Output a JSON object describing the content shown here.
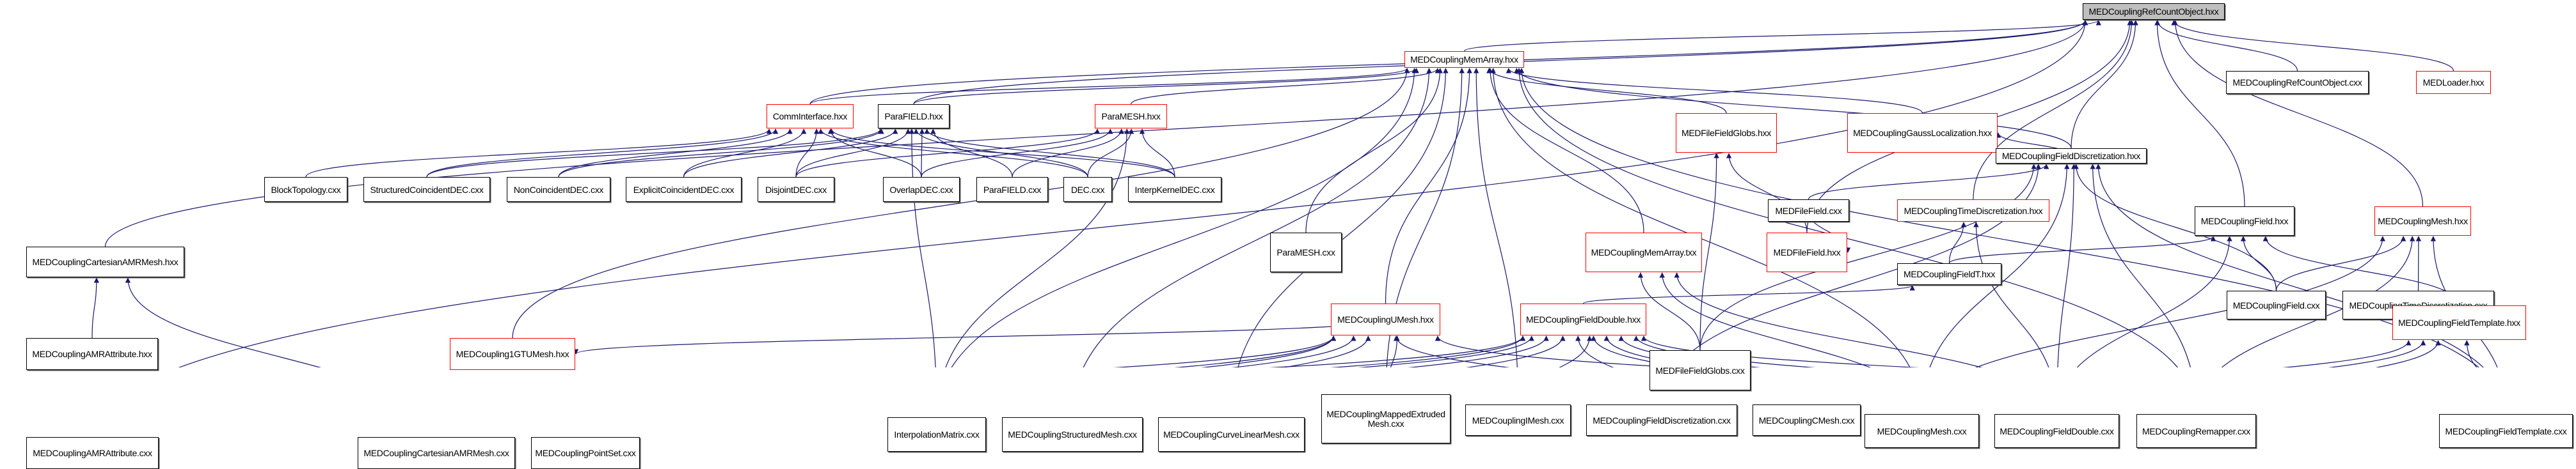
{
  "title": "MEDCouplingRefCountObject.hxx include dependency graph",
  "colors": {
    "edge": "#191970",
    "red_border": "#ff0000",
    "root_fill": "#bfbfbf"
  },
  "nodes": [
    {
      "id": "root",
      "label": "MEDCouplingRefCountObject.hxx",
      "style": "root"
    },
    {
      "id": "refcxx",
      "label": "MEDCouplingRefCountObject.cxx",
      "style": "black"
    },
    {
      "id": "medloader",
      "label": "MEDLoader.hxx",
      "style": "red"
    },
    {
      "id": "memarray",
      "label": "MEDCouplingMemArray.hxx",
      "style": "red"
    },
    {
      "id": "comm",
      "label": "CommInterface.hxx",
      "style": "red"
    },
    {
      "id": "parafieldh",
      "label": "ParaFIELD.hxx",
      "style": "black"
    },
    {
      "id": "parameshh",
      "label": "ParaMESH.hxx",
      "style": "red"
    },
    {
      "id": "filefieldglobsh",
      "label": "MEDFileFieldGlobs.hxx",
      "style": "red"
    },
    {
      "id": "gauss",
      "label": "MEDCouplingGaussLocalization.hxx",
      "style": "red"
    },
    {
      "id": "blocktopo",
      "label": "BlockTopology.cxx",
      "style": "black"
    },
    {
      "id": "structdec",
      "label": "StructuredCoincidentDEC.cxx",
      "style": "black"
    },
    {
      "id": "noncoin",
      "label": "NonCoincidentDEC.cxx",
      "style": "black"
    },
    {
      "id": "explicit",
      "label": "ExplicitCoincidentDEC.cxx",
      "style": "black"
    },
    {
      "id": "disjoint",
      "label": "DisjointDEC.cxx",
      "style": "black"
    },
    {
      "id": "overlap",
      "label": "OverlapDEC.cxx",
      "style": "black"
    },
    {
      "id": "parafieldcxx",
      "label": "ParaFIELD.cxx",
      "style": "black"
    },
    {
      "id": "dec",
      "label": "DEC.cxx",
      "style": "black"
    },
    {
      "id": "interpk",
      "label": "InterpKernelDEC.cxx",
      "style": "black"
    },
    {
      "id": "parameshcxx",
      "label": "ParaMESH.cxx",
      "style": "black"
    },
    {
      "id": "memarraytxx",
      "label": "MEDCouplingMemArray.txx",
      "style": "red"
    },
    {
      "id": "filefieldh",
      "label": "MEDFileField.hxx",
      "style": "red"
    },
    {
      "id": "fielddiscrh",
      "label": "MEDCouplingFieldDiscretization.hxx",
      "style": "black"
    },
    {
      "id": "filefieldglobscxx",
      "label": "MEDFileFieldGlobs.cxx",
      "style": "black"
    },
    {
      "id": "filefieldcxx",
      "label": "MEDFileField.cxx",
      "style": "black"
    },
    {
      "id": "timediscrh",
      "label": "MEDCouplingTimeDiscretization.hxx",
      "style": "red"
    },
    {
      "id": "fieldh",
      "label": "MEDCouplingField.hxx",
      "style": "black"
    },
    {
      "id": "meshh",
      "label": "MEDCouplingMesh.hxx",
      "style": "red"
    },
    {
      "id": "cartamrh",
      "label": "MEDCouplingCartesianAMRMesh.hxx",
      "style": "black"
    },
    {
      "id": "fieldth",
      "label": "MEDCouplingFieldT.hxx",
      "style": "black"
    },
    {
      "id": "fieldcxx",
      "label": "MEDCouplingField.cxx",
      "style": "black"
    },
    {
      "id": "timediscrcxx",
      "label": "MEDCouplingTimeDiscretization.cxx",
      "style": "black"
    },
    {
      "id": "amrattrh",
      "label": "MEDCouplingAMRAttribute.hxx",
      "style": "black"
    },
    {
      "id": "gtumeshh",
      "label": "MEDCoupling1GTUMesh.hxx",
      "style": "red"
    },
    {
      "id": "umeshh",
      "label": "MEDCouplingUMesh.hxx",
      "style": "red"
    },
    {
      "id": "fielddoubleh",
      "label": "MEDCouplingFieldDouble.hxx",
      "style": "red"
    },
    {
      "id": "fieldtemplateh",
      "label": "MEDCouplingFieldTemplate.hxx",
      "style": "red"
    },
    {
      "id": "amrattrcxx",
      "label": "MEDCouplingAMRAttribute.cxx",
      "style": "black"
    },
    {
      "id": "cartamrcxx",
      "label": "MEDCouplingCartesianAMRMesh.cxx",
      "style": "black"
    },
    {
      "id": "pointset",
      "label": "MEDCouplingPointSet.cxx",
      "style": "black"
    },
    {
      "id": "interpmatrix",
      "label": "InterpolationMatrix.cxx",
      "style": "black"
    },
    {
      "id": "structmesh",
      "label": "MEDCouplingStructuredMesh.cxx",
      "style": "black"
    },
    {
      "id": "curvelinear",
      "label": "MEDCouplingCurveLinearMesh.cxx",
      "style": "black"
    },
    {
      "id": "mappedext",
      "label": "MEDCouplingMappedExtruded Mesh.cxx",
      "style": "black"
    },
    {
      "id": "imesh",
      "label": "MEDCouplingIMesh.cxx",
      "style": "black"
    },
    {
      "id": "fielddiscrcxx",
      "label": "MEDCouplingFieldDiscretization.cxx",
      "style": "black"
    },
    {
      "id": "cmesh",
      "label": "MEDCouplingCMesh.cxx",
      "style": "black"
    },
    {
      "id": "meshcxx",
      "label": "MEDCouplingMesh.cxx",
      "style": "black"
    },
    {
      "id": "fielddoublecxx",
      "label": "MEDCouplingFieldDouble.cxx",
      "style": "black"
    },
    {
      "id": "remapper",
      "label": "MEDCouplingRemapper.cxx",
      "style": "black"
    },
    {
      "id": "fieldtemplatecxx",
      "label": "MEDCouplingFieldTemplate.cxx",
      "style": "black"
    }
  ],
  "edges": [
    [
      "refcxx",
      "root"
    ],
    [
      "medloader",
      "root"
    ],
    [
      "memarray",
      "root"
    ],
    [
      "cartamrh",
      "root"
    ],
    [
      "comm",
      "root"
    ],
    [
      "parafieldh",
      "root"
    ],
    [
      "fielddiscrh",
      "root"
    ],
    [
      "timediscrh",
      "root"
    ],
    [
      "fieldh",
      "root"
    ],
    [
      "meshh",
      "root"
    ],
    [
      "filefieldh",
      "root"
    ],
    [
      "amrattrcxx",
      "root"
    ],
    [
      "comm",
      "memarray"
    ],
    [
      "parafieldh",
      "memarray"
    ],
    [
      "parameshh",
      "memarray"
    ],
    [
      "filefieldglobsh",
      "memarray"
    ],
    [
      "gauss",
      "memarray"
    ],
    [
      "memarraytxx",
      "memarray"
    ],
    [
      "parameshcxx",
      "memarray"
    ],
    [
      "interpmatrix",
      "memarray"
    ],
    [
      "structmesh",
      "memarray"
    ],
    [
      "curvelinear",
      "memarray"
    ],
    [
      "mappedext",
      "memarray"
    ],
    [
      "imesh",
      "memarray"
    ],
    [
      "umeshh",
      "memarray"
    ],
    [
      "gtumeshh",
      "memarray"
    ],
    [
      "meshcxx",
      "memarray"
    ],
    [
      "remapper",
      "memarray"
    ],
    [
      "fieldtemplatecxx",
      "memarray"
    ],
    [
      "fielddiscrh",
      "memarray"
    ],
    [
      "blocktopo",
      "comm"
    ],
    [
      "structdec",
      "comm"
    ],
    [
      "noncoin",
      "comm"
    ],
    [
      "explicit",
      "comm"
    ],
    [
      "disjoint",
      "comm"
    ],
    [
      "overlap",
      "comm"
    ],
    [
      "dec",
      "comm"
    ],
    [
      "interpk",
      "comm"
    ],
    [
      "structdec",
      "parafieldh"
    ],
    [
      "noncoin",
      "parafieldh"
    ],
    [
      "explicit",
      "parafieldh"
    ],
    [
      "disjoint",
      "parafieldh"
    ],
    [
      "overlap",
      "parafieldh"
    ],
    [
      "parafieldcxx",
      "parafieldh"
    ],
    [
      "dec",
      "parafieldh"
    ],
    [
      "interpk",
      "parafieldh"
    ],
    [
      "interpmatrix",
      "parafieldh"
    ],
    [
      "disjoint",
      "parameshh"
    ],
    [
      "overlap",
      "parameshh"
    ],
    [
      "parafieldcxx",
      "parameshh"
    ],
    [
      "dec",
      "parameshh"
    ],
    [
      "interpk",
      "parameshh"
    ],
    [
      "interpmatrix",
      "parameshh"
    ],
    [
      "filefieldglobscxx",
      "filefieldglobsh"
    ],
    [
      "filefieldh",
      "filefieldglobsh"
    ],
    [
      "fielddiscrh",
      "gauss"
    ],
    [
      "filefieldglobscxx",
      "memarraytxx"
    ],
    [
      "meshcxx",
      "memarraytxx"
    ],
    [
      "fielddoublecxx",
      "memarraytxx"
    ],
    [
      "filefieldcxx",
      "filefieldh"
    ],
    [
      "filefieldglobscxx",
      "fielddiscrh"
    ],
    [
      "filefieldcxx",
      "fielddiscrh"
    ],
    [
      "fielddiscrcxx",
      "fielddiscrh"
    ],
    [
      "fielddoublecxx",
      "fielddiscrh"
    ],
    [
      "meshcxx",
      "fielddiscrh"
    ],
    [
      "remapper",
      "fielddiscrh"
    ],
    [
      "fieldcxx",
      "fielddiscrh"
    ],
    [
      "fieldtemplatecxx",
      "fielddiscrh"
    ],
    [
      "fieldth",
      "timediscrh"
    ],
    [
      "fielddoublecxx",
      "timediscrh"
    ],
    [
      "fieldth",
      "fieldh"
    ],
    [
      "fieldcxx",
      "fieldh"
    ],
    [
      "fielddoublecxx",
      "fieldh"
    ],
    [
      "fieldcxx",
      "meshh"
    ],
    [
      "timediscrcxx",
      "meshh"
    ],
    [
      "meshcxx",
      "meshh"
    ],
    [
      "fieldtemplatecxx",
      "meshh"
    ],
    [
      "remapper",
      "meshh"
    ],
    [
      "amrattrh",
      "cartamrh"
    ],
    [
      "cartamrcxx",
      "cartamrh"
    ],
    [
      "fielddoubleh",
      "fieldth"
    ],
    [
      "amrattrcxx",
      "amrattrh"
    ],
    [
      "cartamrcxx",
      "amrattrh"
    ],
    [
      "cartamrcxx",
      "gtumeshh"
    ],
    [
      "pointset",
      "gtumeshh"
    ],
    [
      "umeshh",
      "gtumeshh"
    ],
    [
      "amrattrcxx",
      "umeshh"
    ],
    [
      "cartamrcxx",
      "umeshh"
    ],
    [
      "pointset",
      "umeshh"
    ],
    [
      "interpmatrix",
      "umeshh"
    ],
    [
      "structmesh",
      "umeshh"
    ],
    [
      "mappedext",
      "umeshh"
    ],
    [
      "fielddiscrcxx",
      "umeshh"
    ],
    [
      "remapper",
      "umeshh"
    ],
    [
      "amrattrcxx",
      "fielddoubleh"
    ],
    [
      "cartamrcxx",
      "fielddoubleh"
    ],
    [
      "interpmatrix",
      "fielddoubleh"
    ],
    [
      "structmesh",
      "fielddoubleh"
    ],
    [
      "curvelinear",
      "fielddoubleh"
    ],
    [
      "imesh",
      "fielddoubleh"
    ],
    [
      "fielddiscrcxx",
      "fielddoubleh"
    ],
    [
      "cmesh",
      "fielddoubleh"
    ],
    [
      "meshcxx",
      "fielddoubleh"
    ],
    [
      "fielddoublecxx",
      "fielddoubleh"
    ],
    [
      "remapper",
      "fielddoubleh"
    ],
    [
      "fieldtemplatecxx",
      "fielddoubleh"
    ],
    [
      "meshcxx",
      "fieldtemplateh"
    ],
    [
      "fielddoublecxx",
      "fieldtemplateh"
    ],
    [
      "remapper",
      "fieldtemplateh"
    ],
    [
      "fieldtemplatecxx",
      "fieldtemplateh"
    ],
    [
      "fieldtemplateh",
      "fieldh"
    ]
  ]
}
